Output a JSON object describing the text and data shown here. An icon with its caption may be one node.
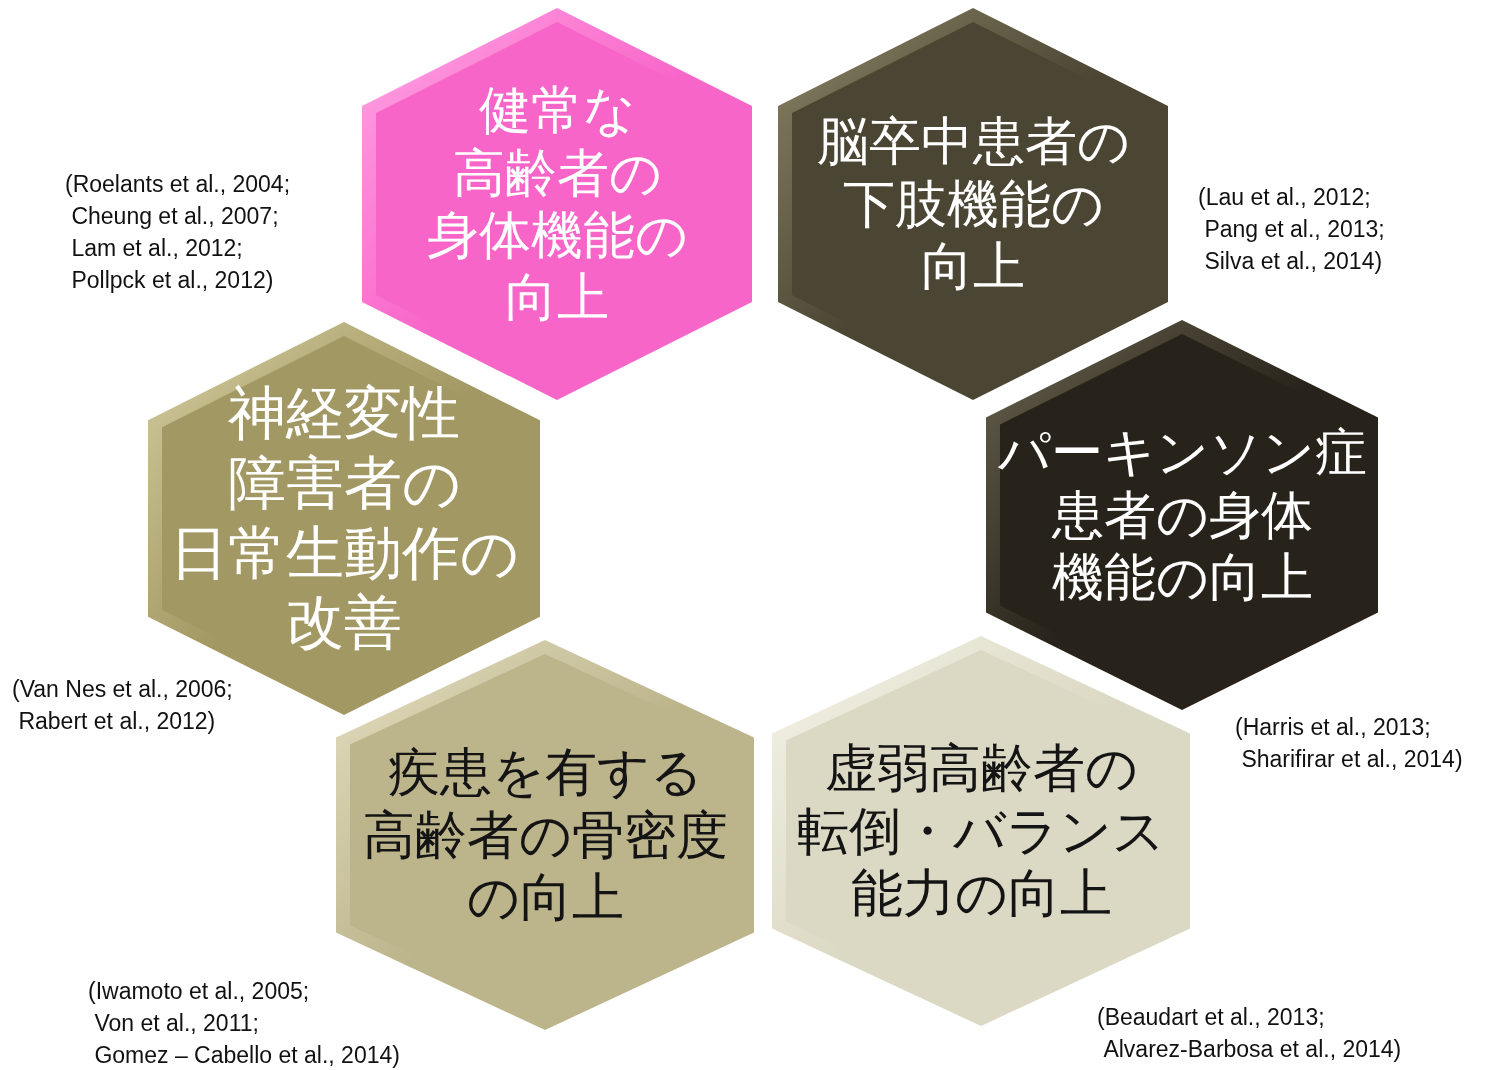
{
  "diagram": {
    "nodes": [
      {
        "text": [
          "健常な高齢者の身体機能の向上"
        ]
      },
      {
        "text": [
          "脳卒中患者の下肢機能の向上"
        ]
      },
      {
        "text": [
          "神経変性障害者の日常生動作の改善"
        ]
      },
      {
        "text": [
          "パーキンソン症患者の身体機能の向上"
        ]
      },
      {
        "text": [
          "疾患を有する高齢者の骨密度の向上"
        ]
      },
      {
        "text": [
          "虚弱高齢者の転倒・バランス能力の向上"
        ]
      }
    ],
    "labels": [
      "(Roelants et al., 2004; Cheung et al., 2007; Lam et al., 2012; Pollpck et al., 2012)",
      "(Lau et al., 2012; Pang et al., 2013; Silva et al., 2014)",
      "(Van Nes et al., 2006; Rabert et al., 2012)",
      "(Harris et al., 2013; Sharifirar et al., 2014)",
      "(Iwamoto et al., 2005; Von et al., 2011; Gomez – Cabello et al., 2014)",
      "(Beaudart et al., 2013; Alvarez-Barbosa et al., 2014)"
    ]
  }
}
